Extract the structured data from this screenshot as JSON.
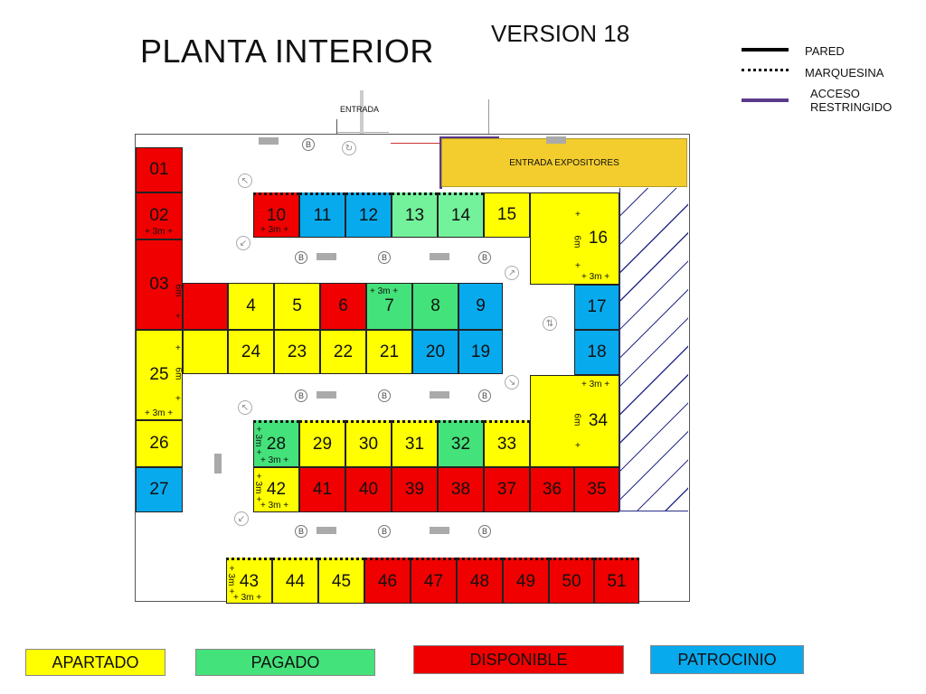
{
  "title": "PLANTA INTERIOR",
  "version": "VERSION 18",
  "legend": {
    "pared": "PARED",
    "marquesina": "MARQUESINA",
    "acceso_line1": "ACCESO",
    "acceso_line2": "RESTRINGIDO"
  },
  "entrada": "ENTRADA",
  "entrada_expositores": "ENTRADA EXPOSITORES",
  "booths": {
    "b01": "01",
    "b02": "02",
    "b03": "03",
    "b04": "4",
    "b05": "5",
    "b06": "6",
    "b07": "7",
    "b08": "8",
    "b09": "9",
    "b10": "10",
    "b11": "11",
    "b12": "12",
    "b13": "13",
    "b14": "14",
    "b15": "15",
    "b16": "16",
    "b17": "17",
    "b18": "18",
    "b19": "19",
    "b20": "20",
    "b21": "21",
    "b22": "22",
    "b23": "23",
    "b24": "24",
    "b25": "25",
    "b26": "26",
    "b27": "27",
    "b28": "28",
    "b29": "29",
    "b30": "30",
    "b31": "31",
    "b32": "32",
    "b33": "33",
    "b34": "34",
    "b35": "35",
    "b36": "36",
    "b37": "37",
    "b38": "38",
    "b39": "39",
    "b40": "40",
    "b41": "41",
    "b42": "42",
    "b43": "43",
    "b44": "44",
    "b45": "45",
    "b46": "46",
    "b47": "47",
    "b48": "48",
    "b49": "49",
    "b50": "50",
    "b51": "51"
  },
  "dims": {
    "w3": "+ 3m +",
    "h6": "6m",
    "plus": "+"
  },
  "bathroom": "B",
  "status_legend": {
    "apartado": "APARTADO",
    "pagado": "PAGADO",
    "disponible": "DISPONIBLE",
    "patrocinio": "PATROCINIO"
  },
  "colors": {
    "apartado": "#ffff00",
    "pagado": "#44e27a",
    "disponible": "#f00000",
    "patrocinio": "#08aaee",
    "entrada_expositores": "#f3cd2e",
    "acceso_restringido": "#5a3a8a"
  },
  "icons": [
    "arrow-icon",
    "table-icon",
    "bathroom-icon",
    "stairs-icon"
  ]
}
